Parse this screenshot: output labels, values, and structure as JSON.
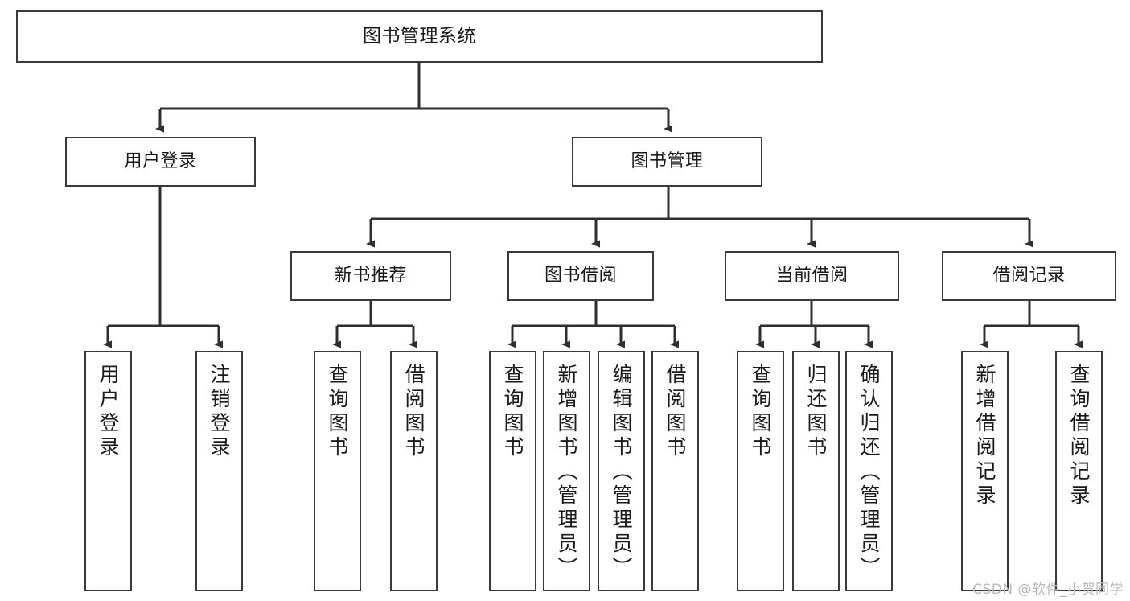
{
  "diagram": {
    "title": "图书管理系统",
    "type": "tree-hierarchy-diagram",
    "watermark": "CSDN @软件_小贺同学",
    "colors": {
      "background": "#ffffff",
      "box_border": "#3a3a3a",
      "connector": "#2f2f2f",
      "text": "#1a1a1a",
      "watermark": "#b9b9b9"
    },
    "nodes": {
      "root": {
        "label": "图书管理系统"
      },
      "level2": [
        {
          "label": "用户登录"
        },
        {
          "label": "图书管理"
        }
      ],
      "level3": [
        {
          "label": "新书推荐"
        },
        {
          "label": "图书借阅"
        },
        {
          "label": "当前借阅"
        },
        {
          "label": "借阅记录"
        }
      ],
      "leaves": {
        "user_login": [
          {
            "label": "用户登录"
          },
          {
            "label": "注销登录"
          }
        ],
        "new_book_recommend": [
          {
            "label": "查询图书"
          },
          {
            "label": "借阅图书"
          }
        ],
        "book_borrow": [
          {
            "label": "查询图书"
          },
          {
            "label": "新增图书（管理员）"
          },
          {
            "label": "编辑图书（管理员）"
          },
          {
            "label": "借阅图书"
          }
        ],
        "current_borrow": [
          {
            "label": "查询图书"
          },
          {
            "label": "归还图书"
          },
          {
            "label": "确认归还（管理员）"
          }
        ],
        "borrow_record": [
          {
            "label": "新增借阅记录"
          },
          {
            "label": "查询借阅记录"
          }
        ]
      }
    }
  }
}
